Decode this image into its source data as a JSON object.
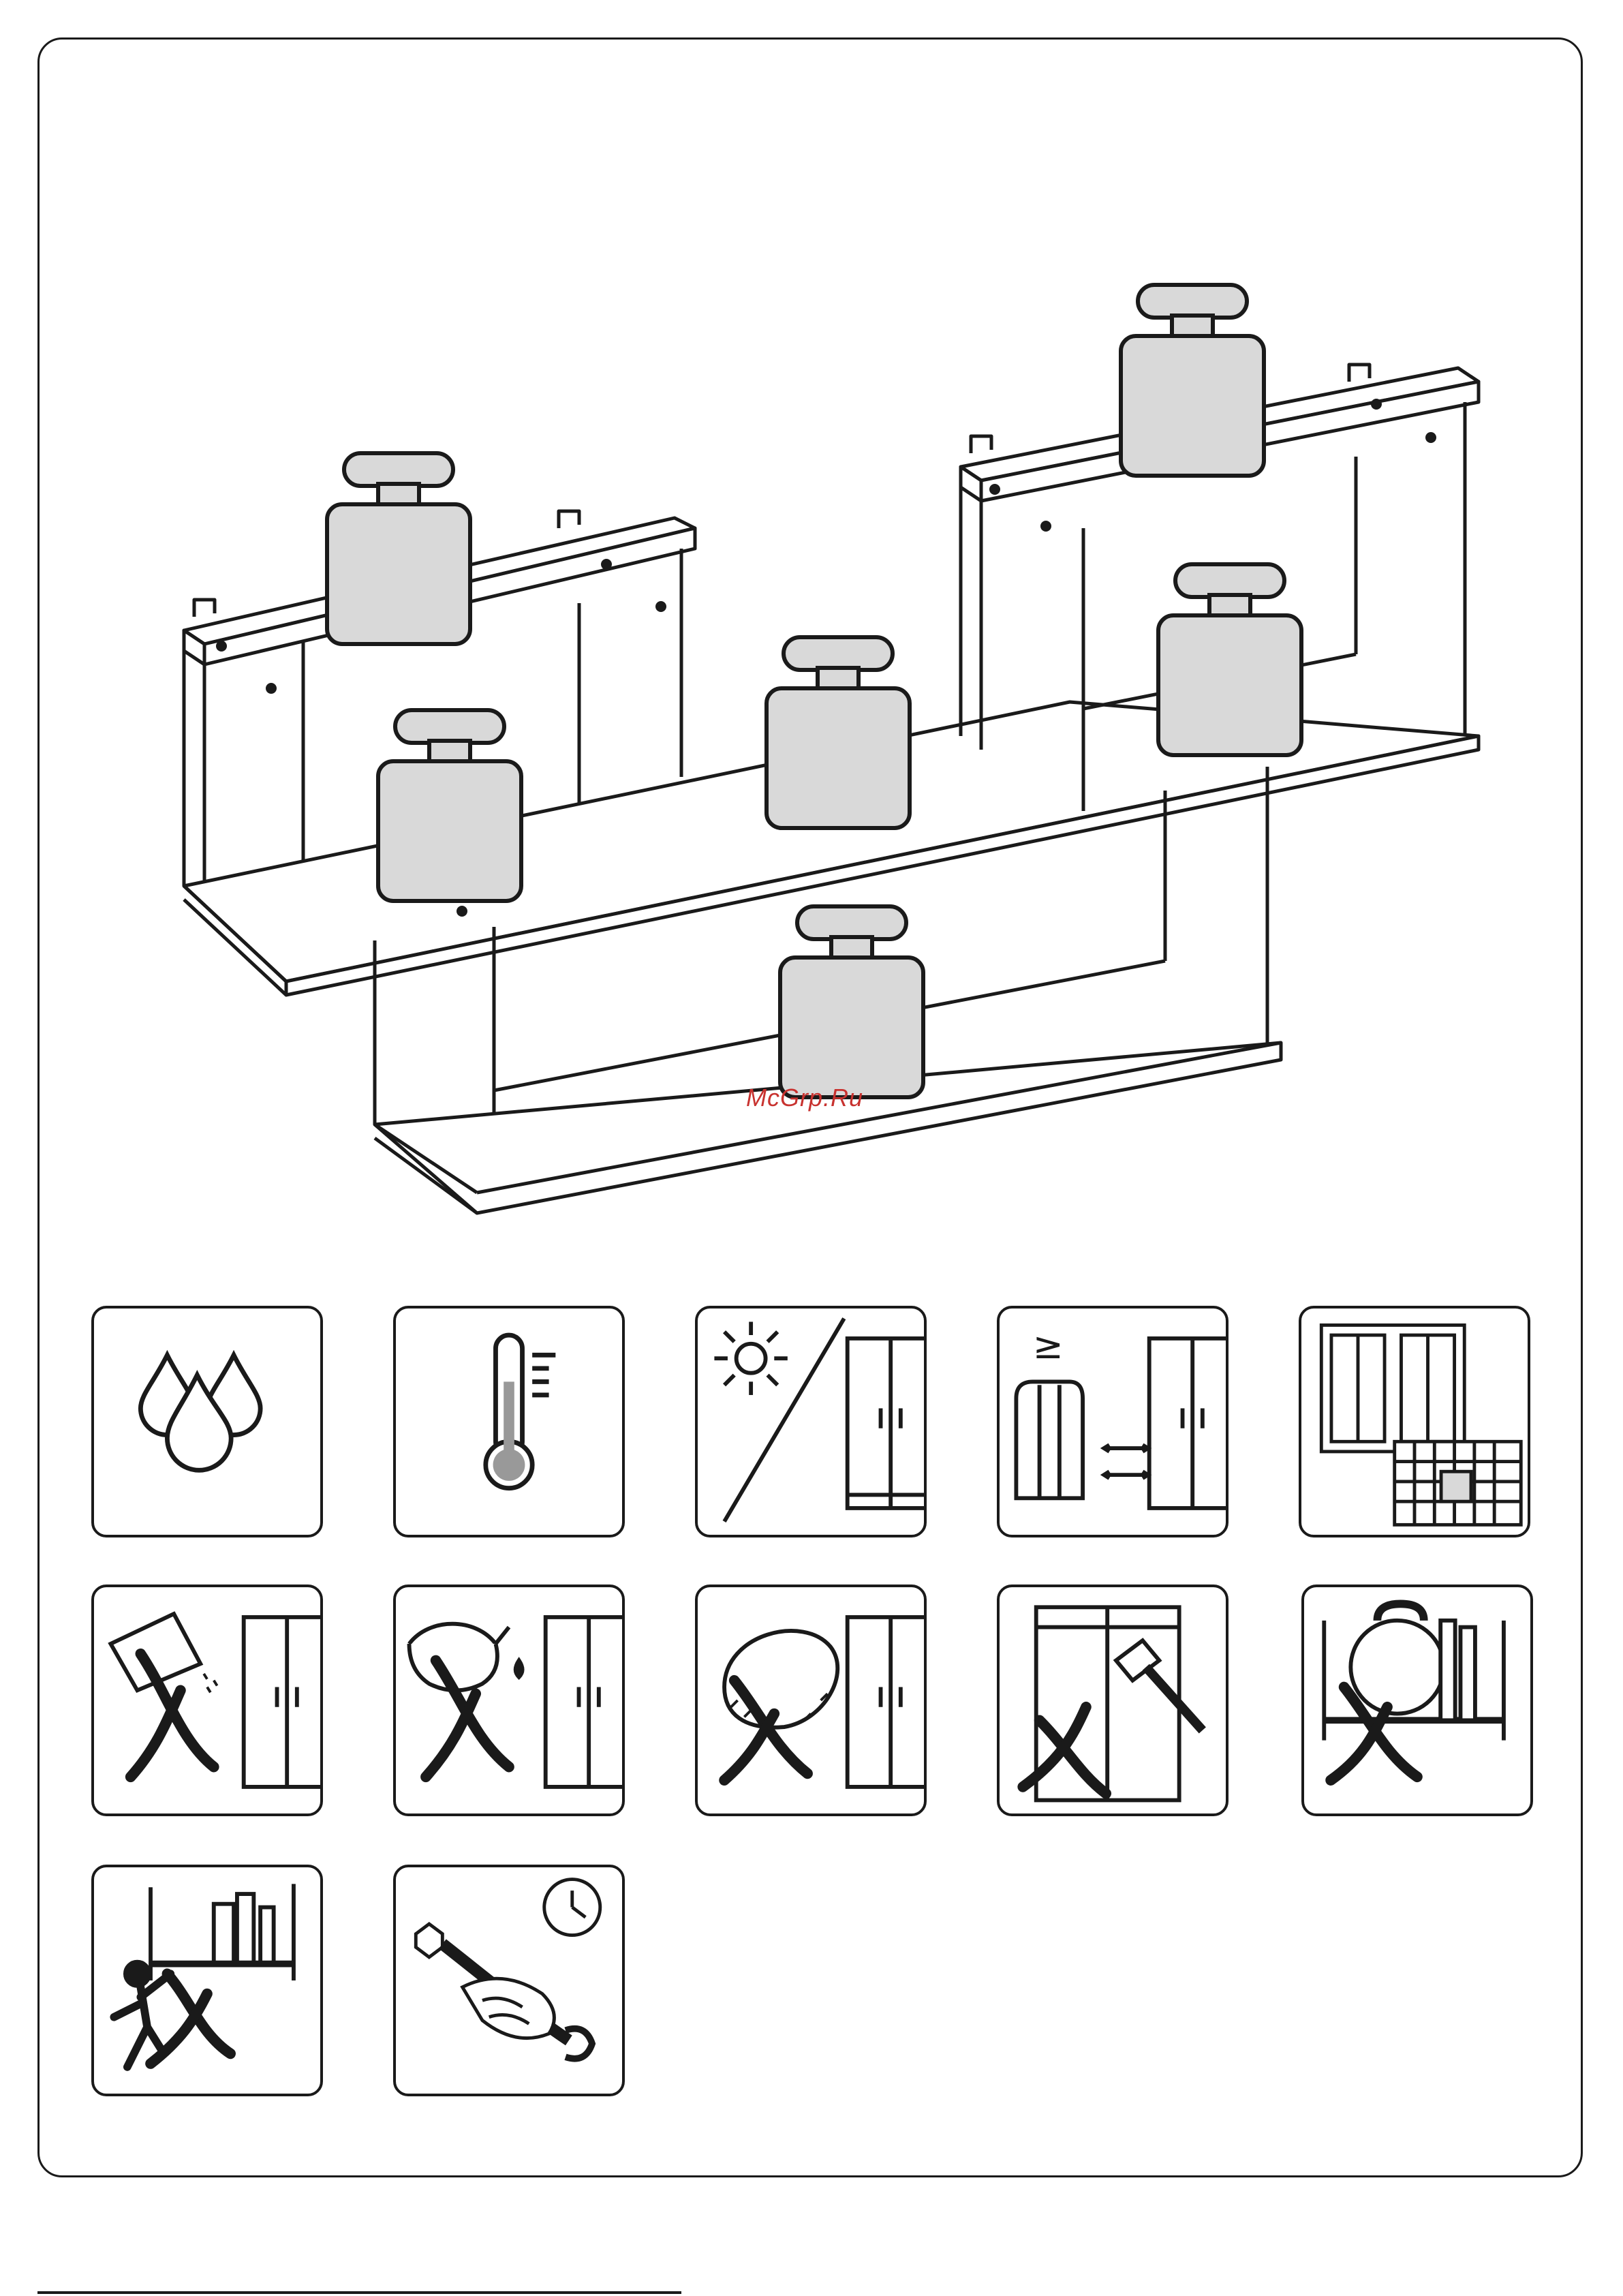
{
  "watermark": {
    "text": "McGrp.Ru",
    "color": "#c8322f"
  },
  "illustration": {
    "subject": "wall-shelf-unit",
    "max_load_icons": 6,
    "weight_fill": "#d9d9d9",
    "line_color": "#1a1a1a"
  },
  "care_icons": [
    {
      "id": "humidity",
      "icon": "water-drops-icon"
    },
    {
      "id": "temperature",
      "icon": "thermometer-icon"
    },
    {
      "id": "sunlight",
      "icon": "sun-cabinet-icon"
    },
    {
      "id": "heater-distance",
      "icon": "heater-distance-icon",
      "symbol": "≥"
    },
    {
      "id": "ventilation",
      "icon": "window-ventilation-icon"
    },
    {
      "id": "no-wet-cleaning",
      "icon": "no-wet-cloth-icon"
    },
    {
      "id": "no-chemicals",
      "icon": "no-chemicals-icon"
    },
    {
      "id": "no-abrasives",
      "icon": "no-abrasive-sponge-icon"
    },
    {
      "id": "no-hammering",
      "icon": "no-hammer-glass-icon"
    },
    {
      "id": "no-overload",
      "icon": "no-overload-icon"
    },
    {
      "id": "no-climbing",
      "icon": "no-climbing-icon"
    },
    {
      "id": "retighten",
      "icon": "wrench-clock-icon"
    }
  ]
}
